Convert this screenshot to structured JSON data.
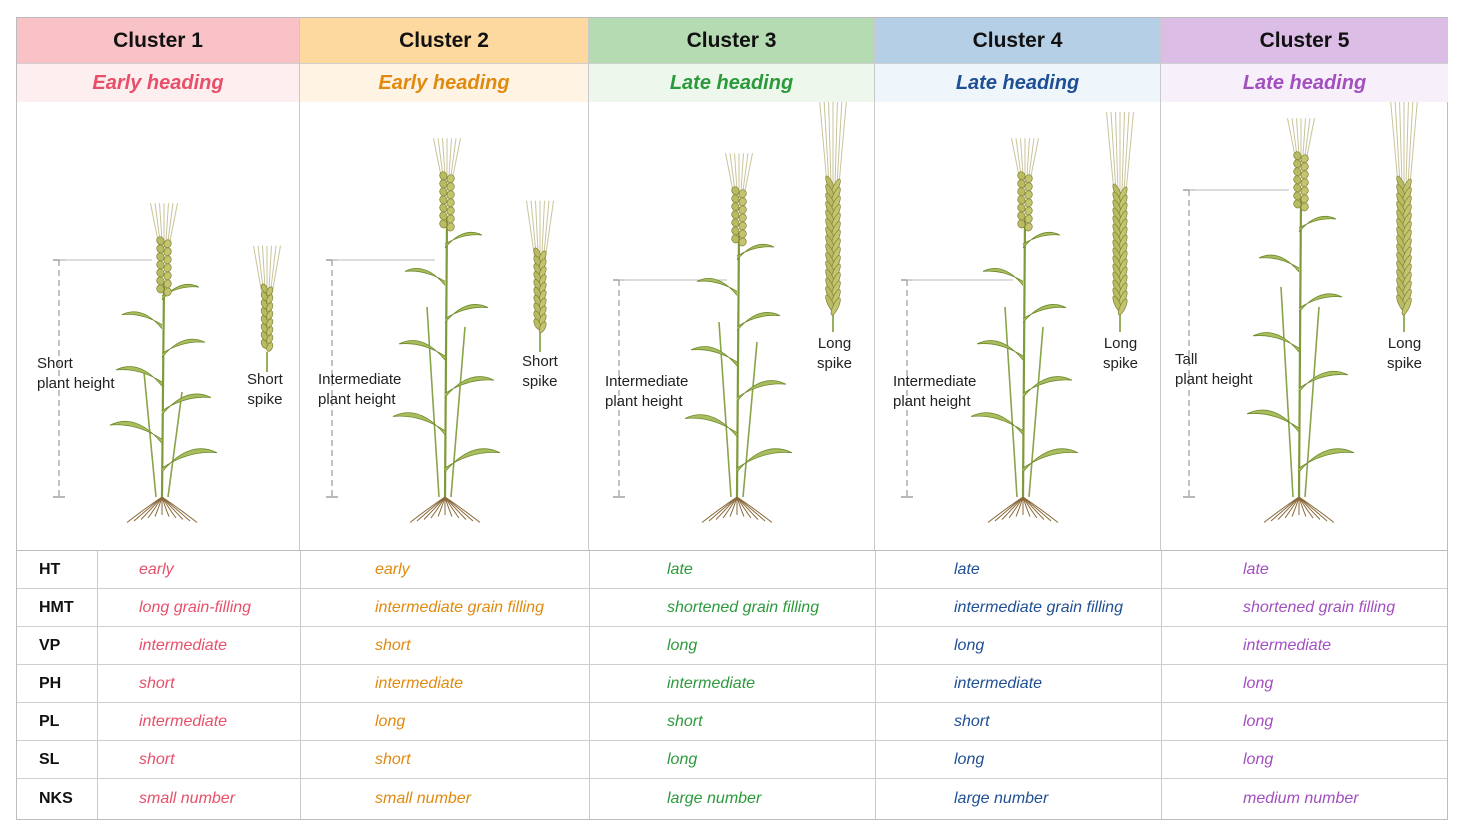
{
  "clusters": [
    {
      "title": "Cluster 1",
      "subtitle": "Early heading",
      "head_bg": "#f9c2c7",
      "sub_bg": "#fdeef0",
      "color": "#e8506a",
      "height_label": [
        "Short",
        "plant height"
      ],
      "spike_label": [
        "Short",
        "spike"
      ]
    },
    {
      "title": "Cluster 2",
      "subtitle": "Early heading",
      "head_bg": "#fdd9a0",
      "sub_bg": "#fff4e4",
      "color": "#e08a10",
      "height_label": [
        "Intermediate",
        "plant height"
      ],
      "spike_label": [
        "Short",
        "spike"
      ]
    },
    {
      "title": "Cluster 3",
      "subtitle": "Late heading",
      "head_bg": "#b5dbb2",
      "sub_bg": "#eef7ec",
      "color": "#2c9a3c",
      "height_label": [
        "Intermediate",
        "plant height"
      ],
      "spike_label": [
        "Long",
        "spike"
      ]
    },
    {
      "title": "Cluster 4",
      "subtitle": "Late heading",
      "head_bg": "#b4cfe6",
      "sub_bg": "#eef5fb",
      "color": "#1f4f94",
      "height_label": [
        "Intermediate",
        "plant height"
      ],
      "spike_label": [
        "Long",
        "spike"
      ]
    },
    {
      "title": "Cluster 5",
      "subtitle": "Late heading",
      "head_bg": "#dcbde6",
      "sub_bg": "#f7effa",
      "color": "#a24fbf",
      "height_label": [
        "Tall",
        "plant height"
      ],
      "spike_label": [
        "Long",
        "spike"
      ]
    }
  ],
  "traits": [
    {
      "key": "HT",
      "values": [
        "early",
        "early",
        "late",
        "late",
        "late"
      ]
    },
    {
      "key": "HMT",
      "values": [
        "long grain-filling",
        "intermediate grain filling",
        "shortened grain filling",
        "intermediate grain filling",
        "shortened grain filling"
      ]
    },
    {
      "key": "VP",
      "values": [
        "intermediate",
        "short",
        "long",
        "long",
        "intermediate"
      ]
    },
    {
      "key": "PH",
      "values": [
        "short",
        "intermediate",
        "intermediate",
        "intermediate",
        "long"
      ]
    },
    {
      "key": "PL",
      "values": [
        "intermediate",
        "long",
        "short",
        "short",
        "long"
      ]
    },
    {
      "key": "SL",
      "values": [
        "short",
        "short",
        "long",
        "long",
        "long"
      ]
    },
    {
      "key": "NKS",
      "values": [
        "small number",
        "small number",
        "large number",
        "large number",
        "medium number"
      ]
    }
  ]
}
